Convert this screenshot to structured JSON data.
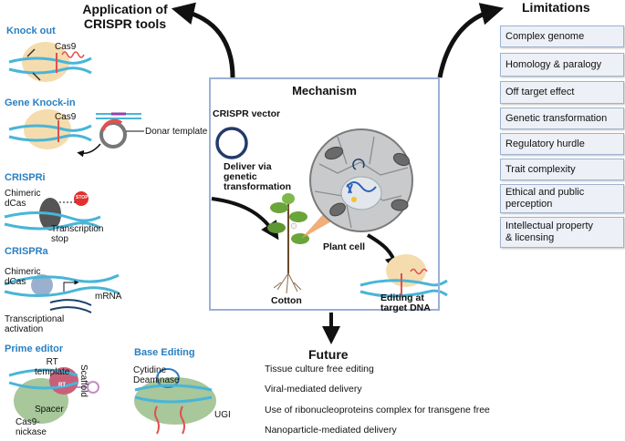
{
  "applications": {
    "title": "Application of\nCRISPR tools",
    "knockout": {
      "heading": "Knock out",
      "protein": "Cas9"
    },
    "knockin": {
      "heading": "Gene Knock-in",
      "protein": "Cas9",
      "donor": "Donar template"
    },
    "crispri": {
      "heading": "CRISPRi",
      "dcas": "Chimeric\ndCas",
      "stop": "STOP",
      "note": "Transcription\nstop"
    },
    "crispra": {
      "heading": "CRISPRa",
      "dcas": "Chimeric\ndCas",
      "mrna": "mRNA",
      "note": "Transcriptional\nactivation"
    },
    "prime": {
      "heading": "Prime editor",
      "rt_template": "RT\ntemplate",
      "rt": "RT",
      "scaffold": "Scaffold",
      "spacer": "Spacer",
      "nickase": "Cas9-\nnickase"
    },
    "base": {
      "heading": "Base Editing",
      "deaminase": "Cytidine\nDeaminase",
      "ugi": "UGI"
    }
  },
  "mechanism": {
    "title": "Mechanism",
    "vector": "CRISPR vector",
    "deliver": "Deliver via\ngenetic\ntransformation",
    "cotton": "Cotton",
    "plant_cell": "Plant cell",
    "editing": "Editing at\ntarget DNA"
  },
  "limitations": {
    "title": "Limitations",
    "items": [
      "Complex genome",
      "Homology & paralogy",
      "Off target effect",
      "Genetic transformation",
      "Regulatory hurdle",
      "Trait complexity",
      "Ethical and public\nperception",
      "Intellectual property\n& licensing"
    ]
  },
  "future": {
    "title": "Future",
    "items": [
      "Tissue culture free editing",
      "Viral-mediated delivery",
      "Use of ribonucleoproteins complex for transgene free",
      "Nanoparticle-mediated delivery"
    ]
  },
  "colors": {
    "accent_blue": "#2a7fc0",
    "box_border": "#9cb0d6",
    "limit_fill": "#edf1f7",
    "dna": "#49b5d8",
    "cas9": "#f5dcae"
  }
}
